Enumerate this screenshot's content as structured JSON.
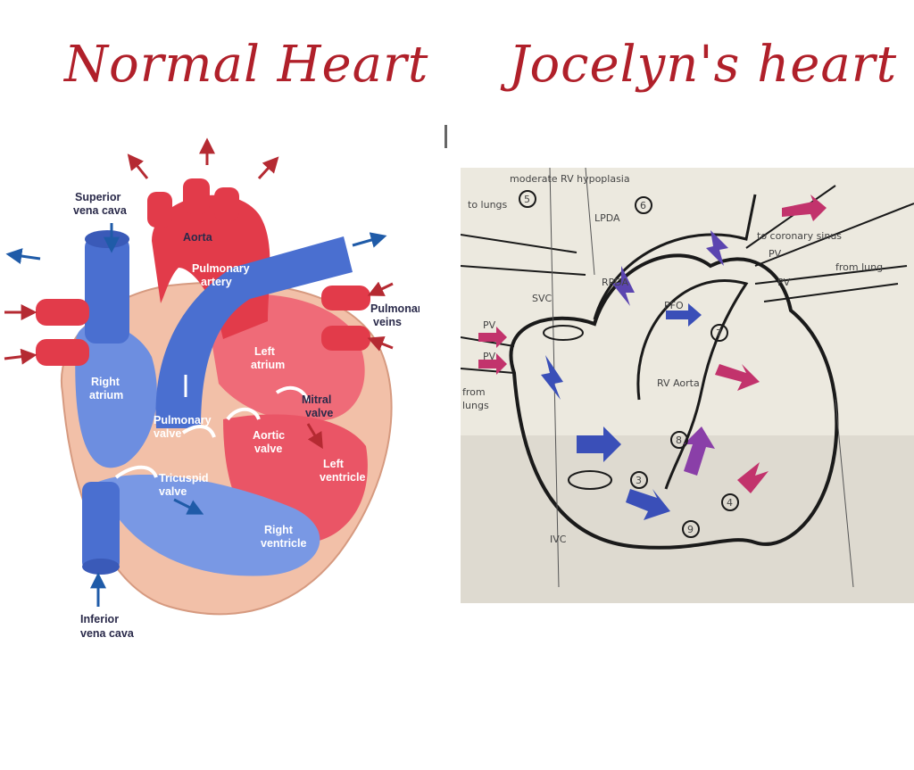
{
  "titles": {
    "normal": "Normal Heart",
    "patient": "Jocelyn's heart"
  },
  "normal_labels": {
    "superior_vena_cava_1": "Superior",
    "superior_vena_cava_2": "vena cava",
    "aorta": "Aorta",
    "pulmonary_artery_1": "Pulmonary",
    "pulmonary_artery_2": "artery",
    "pulmonary_veins_1": "Pulmonary",
    "pulmonary_veins_2": "veins",
    "left_atrium_1": "Left",
    "left_atrium_2": "atrium",
    "right_atrium_1": "Right",
    "right_atrium_2": "atrium",
    "mitral_valve_1": "Mitral",
    "mitral_valve_2": "valve",
    "pulmonary_valve_1": "Pulmonary",
    "pulmonary_valve_2": "valve",
    "aortic_valve_1": "Aortic",
    "aortic_valve_2": "valve",
    "left_ventricle_1": "Left",
    "left_ventricle_2": "ventricle",
    "tricuspid_valve_1": "Tricuspid",
    "tricuspid_valve_2": "valve",
    "right_ventricle_1": "Right",
    "right_ventricle_2": "ventricle",
    "inferior_vena_cava_1": "Inferior",
    "inferior_vena_cava_2": "vena cava"
  },
  "sketch_labels": {
    "moderate_rv": "moderate RV hypoplasia",
    "to_lungs": "to lungs",
    "to_coronary": "to coronary sinus",
    "pv_1": "PV",
    "pv_2": "PV",
    "from_lung_right": "from lung",
    "svc": "SVC",
    "pv_left_1": "PV",
    "pv_left_2": "PV",
    "from_lungs_1": "from",
    "from_lungs_2": "lungs",
    "rv_aorta": "RV Aorta",
    "ivc": "IVC",
    "rpda": "RPDA",
    "lpda": "LPDA",
    "pfo": "PFO",
    "num_1": "5",
    "num_2": "6",
    "num_3": "3",
    "num_4": "4",
    "num_5": "9",
    "num_6": "8",
    "num_7": "7"
  },
  "colors": {
    "title": "#b0202a",
    "oxygenated": "#e23b4a",
    "deoxygenated": "#4a6fd0",
    "wall": "#f2c0a8",
    "arrow_blue": "#1f5ba8",
    "arrow_red": "#b52a32",
    "paper": "#ece9df",
    "ink": "#1a1a1a"
  }
}
